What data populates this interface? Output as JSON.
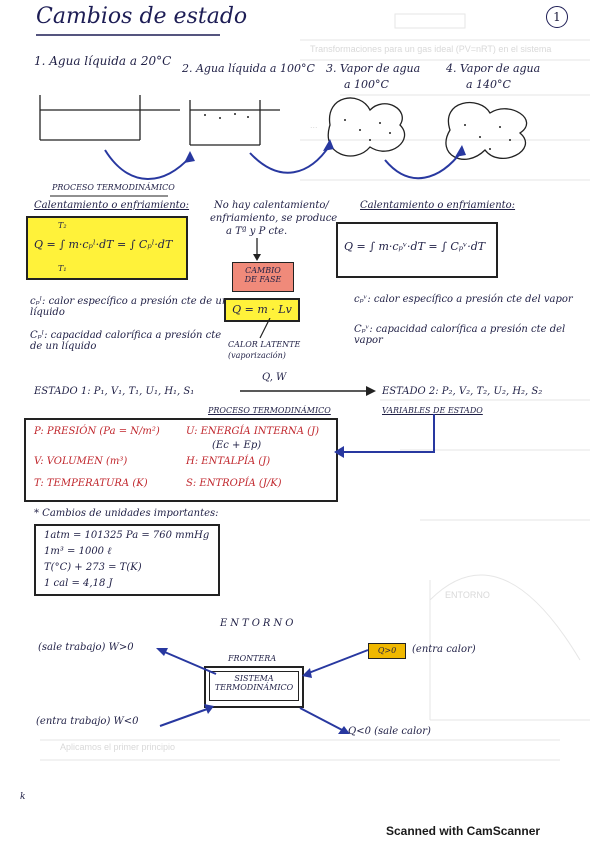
{
  "page_number": "1",
  "title": "Cambios de estado",
  "states": [
    "1. Agua líquida a 20°C",
    "2. Agua líquida a 100°C",
    "3. Vapor de agua",
    "a 100°C",
    "4. Vapor de agua",
    "a 140°C"
  ],
  "process_label": "PROCESO TERMODINÁMICO",
  "left_block": {
    "heading": "Calentamiento o enfriamiento:",
    "formula": "Q = ∫ m·cₚˡ·dT = ∫ Cₚˡ·dT",
    "limits_upper": "T₂",
    "limits_lower": "T₁",
    "def1": "cₚˡ: calor específico a presión cte de un líquido",
    "def2": "Cₚˡ: capacidad calorífica a presión cte de un líquido"
  },
  "middle_block": {
    "note_line1": "No hay calentamiento/",
    "note_line2": "enfriamiento, se produce",
    "note_line3": "a Tª y P cte.",
    "phase_label_line1": "CAMBIO",
    "phase_label_line2": "DE FASE",
    "formula": "Q = m · Lv",
    "latent_line1": "CALOR LATENTE",
    "latent_line2": "(vaporización)"
  },
  "right_block": {
    "heading": "Calentamiento o enfriamiento:",
    "formula": "Q = ∫ m·cₚᵛ·dT = ∫ Cₚᵛ·dT",
    "def1": "cₚᵛ: calor específico a presión cte del vapor",
    "def2": "Cₚᵛ: capacidad calorífica a presión cte del vapor"
  },
  "state_transition": {
    "state1": "ESTADO 1: P₁, V₁, T₁, U₁, H₁, S₁",
    "arrow_label": "Q, W",
    "state2": "ESTADO 2: P₂, V₂, T₂, U₂, H₂, S₂",
    "process_label": "PROCESO TERMODINÁMICO",
    "variables_label": "VARIABLES DE ESTADO"
  },
  "variables": [
    "P: PRESIÓN (Pa = N/m²)",
    "V: VOLUMEN (m³)",
    "T: TEMPERATURA (K)",
    "U: ENERGÍA INTERNA (J)",
    "(Ec + Ep)",
    "H: ENTALPÍA (J)",
    "S: ENTROPÍA (J/K)"
  ],
  "units_heading": "* Cambios de unidades importantes:",
  "units": [
    "1atm = 101325 Pa = 760 mmHg",
    "1m³ = 1000 ℓ",
    "T(°C) + 273 = T(K)",
    "1 cal = 4,18 J"
  ],
  "system_diagram": {
    "environment": "ENTORNO",
    "boundary": "FRONTERA",
    "system_line1": "SISTEMA",
    "system_line2": "TERMODINÁMICO",
    "work_out": "(sale trabajo) W>0",
    "work_in": "(entra trabajo) W<0",
    "heat_in_value": "Q>0",
    "heat_in_label": "(entra calor)",
    "heat_out": "Q<0 (sale calor)"
  },
  "stray_mark": "k",
  "footer": "Scanned with CamScanner",
  "ghost_text": [
    "Transformaciones para un gas ideal (PV=nRT) en el sistema",
    "... ",
    "... ",
    "ENTORNO",
    "Aplicamos el primer principio"
  ],
  "colors": {
    "ink": "#1f1f45",
    "highlight_yellow": "#fff23a",
    "phase_fill": "#f08a7a",
    "arrow_blue": "#2838a0",
    "heat_box": "#f0b800"
  }
}
